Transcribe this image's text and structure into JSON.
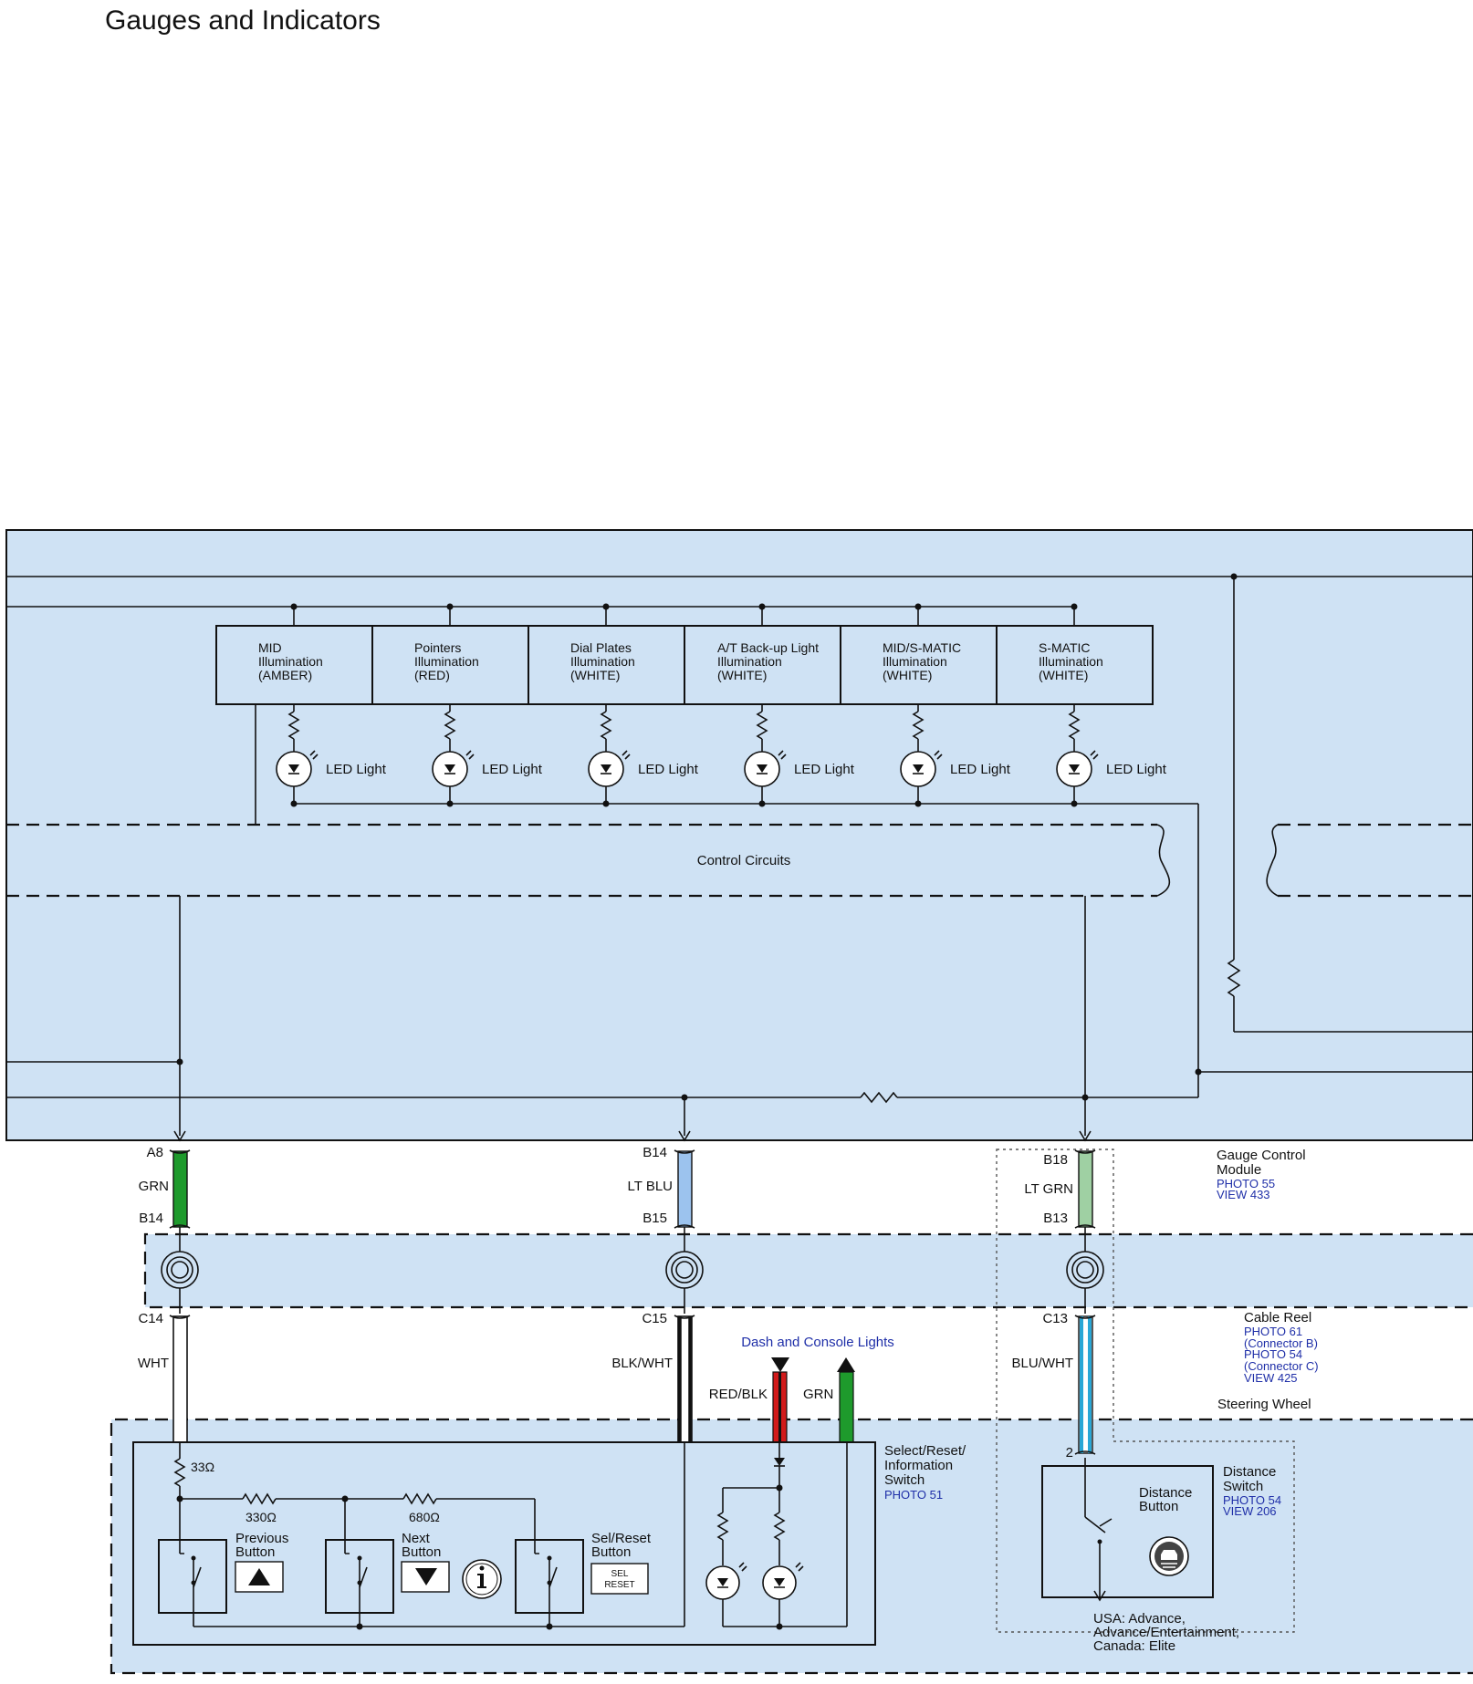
{
  "title": "Gauges and Indicators",
  "illumination": [
    {
      "lines": [
        "MID",
        "Illumination",
        "(AMBER)"
      ]
    },
    {
      "lines": [
        "Pointers",
        "Illumination",
        "(RED)"
      ]
    },
    {
      "lines": [
        "Dial Plates",
        "Illumination",
        "(WHITE)"
      ]
    },
    {
      "lines": [
        "A/T Back-up Light",
        "Illumination",
        "(WHITE)"
      ]
    },
    {
      "lines": [
        "MID/S-MATIC",
        "Illumination",
        "(WHITE)"
      ]
    },
    {
      "lines": [
        "S-MATIC",
        "Illumination",
        "(WHITE)"
      ]
    }
  ],
  "led_label": "LED Light",
  "control_circuits": "Control Circuits",
  "gauge_control_module": {
    "lines": [
      "Gauge Control",
      "Module"
    ],
    "refs": [
      "PHOTO 55",
      "VIEW 433"
    ]
  },
  "cable_reel": {
    "name": "Cable Reel",
    "refs": [
      "PHOTO 61",
      "(Connector B)",
      "PHOTO 54",
      "(Connector C)",
      "VIEW 425"
    ]
  },
  "steering_wheel": "Steering Wheel",
  "wires": {
    "left": {
      "top_pin": "A8",
      "top_color": "GRN",
      "mid_pin": "B14",
      "low_pin": "C14",
      "low_color": "WHT"
    },
    "center": {
      "top_pin": "B14",
      "top_color": "LT BLU",
      "mid_pin": "B15",
      "low_pin": "C15",
      "low_color": "BLK/WHT"
    },
    "right": {
      "top_pin": "B18",
      "top_color": "LT GRN",
      "mid_pin": "B13",
      "low_pin": "C13",
      "low_color": "BLU/WHT"
    }
  },
  "dash_lights": {
    "label": "Dash and Console Lights",
    "wire1": "RED/BLK",
    "wire2": "GRN"
  },
  "select_switch": {
    "lines": [
      "Select/Reset/",
      "Information",
      "Switch"
    ],
    "ref": "PHOTO 51"
  },
  "resistors": {
    "r1": "33Ω",
    "r2": "330Ω",
    "r3": "680Ω"
  },
  "buttons": {
    "previous": [
      "Previous",
      "Button"
    ],
    "next": [
      "Next",
      "Button"
    ],
    "sel_reset": [
      "Sel/Reset",
      "Button"
    ],
    "sel_reset_face": [
      "SEL",
      "RESET"
    ]
  },
  "distance_switch": {
    "pin": "2",
    "lines": [
      "Distance",
      "Switch"
    ],
    "refs": [
      "PHOTO 54",
      "VIEW 206"
    ],
    "button": [
      "Distance",
      "Button"
    ]
  },
  "availability_note": [
    "USA: Advance,",
    "Advance/Entertainment;",
    "Canada: Elite"
  ],
  "colors": {
    "panel": "#cfe2f4",
    "grn": "#1e9a2c",
    "lt_blu": "#9cc3ee",
    "lt_grn": "#9fd0a3",
    "blu_wht": "#2aa7d6",
    "red": "#d21a1a"
  }
}
